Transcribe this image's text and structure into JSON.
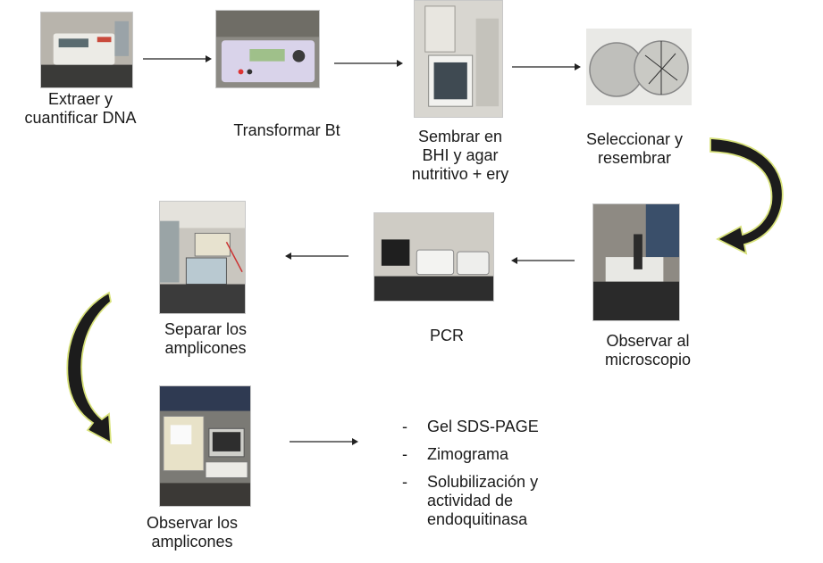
{
  "steps": [
    {
      "label": "Extraer y\ncuantificar DNA"
    },
    {
      "label": "Transformar Bt"
    },
    {
      "label": "Sembrar en\nBHI y  agar\nnutritivo + ery"
    },
    {
      "label": "Seleccionar y\nresembrar"
    },
    {
      "label": "Observar al\nmicroscopio"
    },
    {
      "label": "PCR"
    },
    {
      "label": "Separar los\namplicones"
    },
    {
      "label": "Observar los\namplicones"
    }
  ],
  "final_list": [
    {
      "bullet": "-",
      "text": "Gel SDS-PAGE"
    },
    {
      "bullet": "-",
      "text": "Zimograma"
    },
    {
      "bullet": "-",
      "text": "Solubilización y\nactividad de\nendoquitinasa"
    }
  ],
  "colors": {
    "curved_arrow_fill": "#1c1c1c",
    "curved_arrow_glow": "#d8e27a",
    "straight_arrow": "#222222"
  }
}
